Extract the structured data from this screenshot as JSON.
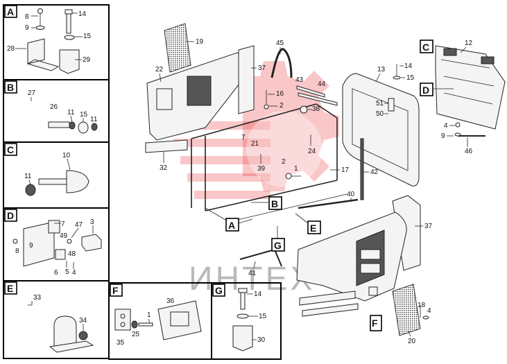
{
  "panels": {
    "A": {
      "letter": "A",
      "numbers": [
        "8",
        "9",
        "14",
        "15",
        "28",
        "29"
      ]
    },
    "B": {
      "letter": "B",
      "numbers": [
        "27",
        "26",
        "11",
        "15",
        "11"
      ]
    },
    "C": {
      "letter": "C",
      "numbers": [
        "10",
        "11"
      ]
    },
    "D": {
      "letter": "D",
      "numbers": [
        "7",
        "49",
        "47",
        "3",
        "9",
        "8",
        "48",
        "5",
        "4",
        "6"
      ]
    },
    "E": {
      "letter": "E",
      "numbers": [
        "33",
        "34"
      ]
    },
    "F": {
      "letter": "F",
      "numbers": [
        "36",
        "1",
        "25",
        "35"
      ]
    },
    "G": {
      "letter": "G",
      "numbers": [
        "14",
        "15",
        "30"
      ]
    }
  },
  "main": {
    "numbers": [
      "19",
      "22",
      "45",
      "37",
      "16",
      "2",
      "43",
      "44",
      "38",
      "13",
      "14",
      "15",
      "51",
      "50",
      "12",
      "4",
      "9",
      "46",
      "21",
      "7",
      "24",
      "39",
      "2",
      "1",
      "17",
      "42",
      "32",
      "40",
      "37",
      "41",
      "18",
      "4",
      "20"
    ],
    "callouts": [
      "C",
      "D",
      "B",
      "A",
      "E",
      "G",
      "F"
    ]
  },
  "watermark": {
    "text": "ИНТЕХ",
    "color": "#e8353a"
  }
}
